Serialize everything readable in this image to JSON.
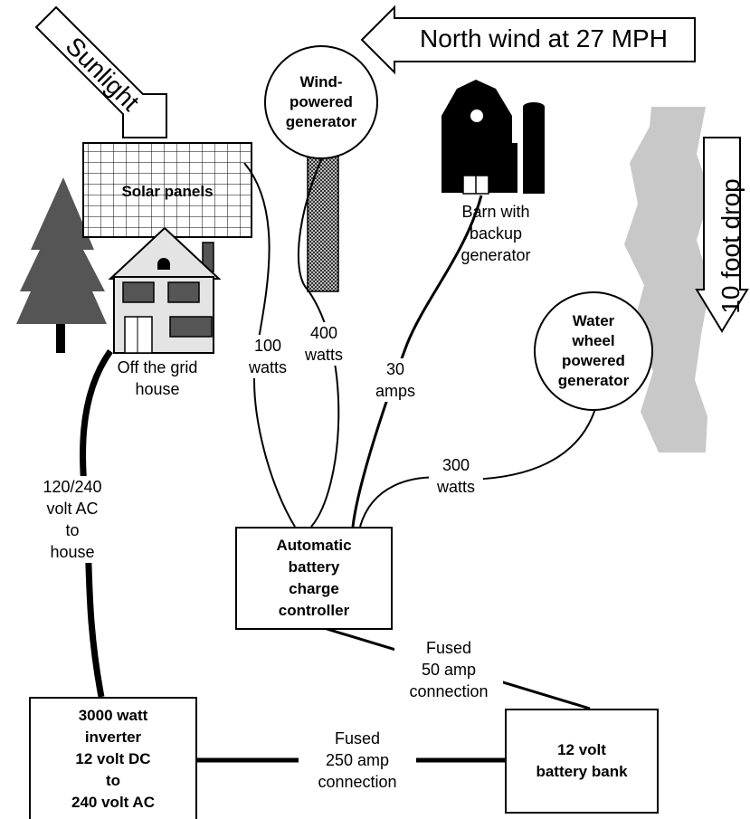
{
  "wind_label": "North wind at 27 MPH",
  "sunlight_label": "Sunlight",
  "solar_panels_label": "Solar panels",
  "wind_generator_lines": [
    "Wind-",
    "powered",
    "generator"
  ],
  "barn_lines": [
    "Barn with",
    "backup",
    "generator"
  ],
  "drop_label": "10 foot drop",
  "water_wheel_lines": [
    "Water",
    "wheel",
    "powered",
    "generator"
  ],
  "house_lines": [
    "Off the grid",
    "house"
  ],
  "solar_output_lines": [
    "100",
    "watts"
  ],
  "wind_output_lines": [
    "400",
    "watts"
  ],
  "barn_output_lines": [
    "30",
    "amps"
  ],
  "water_output_lines": [
    "300",
    "watts"
  ],
  "house_feed_lines": [
    "120/240",
    "volt AC",
    "to",
    "house"
  ],
  "controller_lines": [
    "Automatic",
    "battery",
    "charge",
    "controller"
  ],
  "controller_battery_link_lines": [
    "Fused",
    "50 amp",
    "connection"
  ],
  "inverter_lines": [
    "3000 watt",
    "inverter",
    "12 volt DC",
    "to",
    "240 volt AC"
  ],
  "inverter_battery_link_lines": [
    "Fused",
    "250 amp",
    "connection"
  ],
  "battery_lines": [
    "12 volt",
    "battery bank"
  ],
  "colors": {
    "stream": "#c8c8c8",
    "tree": "#555555",
    "house_wall": "#e4e4e4",
    "tower": "#8a8a8a"
  }
}
